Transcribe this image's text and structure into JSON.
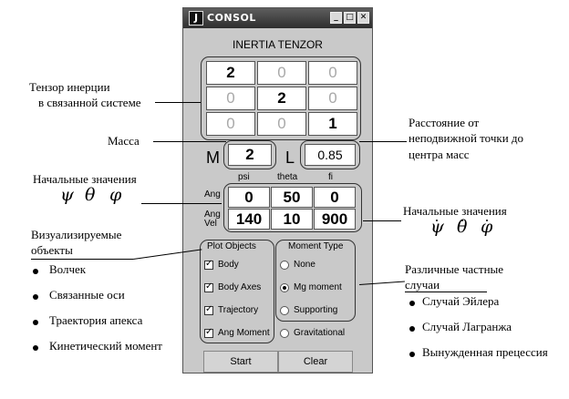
{
  "window": {
    "title": "CONSOL",
    "header": "INERTIA TENZOR",
    "tensor": [
      [
        "2",
        "0",
        "0"
      ],
      [
        "0",
        "2",
        "0"
      ],
      [
        "0",
        "0",
        "1"
      ]
    ],
    "mass_label": "M",
    "mass_value": "2",
    "length_label": "L",
    "length_value": "0.85",
    "angle_headers": [
      "psi",
      "theta",
      "fi"
    ],
    "ang_label": "Ang",
    "angvel_label_1": "Ang",
    "angvel_label_2": "Vel",
    "ang_values": [
      "0",
      "50",
      "0"
    ],
    "angvel_values": [
      "140",
      "10",
      "900"
    ],
    "plot_objects": {
      "title": "Plot Objects",
      "items": [
        {
          "label": "Body",
          "checked": true
        },
        {
          "label": "Body Axes",
          "checked": true
        },
        {
          "label": "Trajectory",
          "checked": true
        },
        {
          "label": "Ang Moment",
          "checked": true
        }
      ]
    },
    "moment_type": {
      "title": "Moment Type",
      "items": [
        {
          "label": "None",
          "selected": false
        },
        {
          "label": "Mg moment",
          "selected": true
        },
        {
          "label": "Supporting",
          "selected": false
        },
        {
          "label": "Gravitational",
          "selected": false
        }
      ]
    },
    "start_label": "Start",
    "clear_label": "Clear"
  },
  "annotations": {
    "tensor_1": "Тензор инерции",
    "tensor_2": "в связанной системе",
    "mass": "Масса",
    "distance_1": "Расстояние от",
    "distance_2": "неподвижной точки до",
    "distance_3": "центра масс",
    "initial_left": "Начальные значения",
    "initial_right": "Начальные значения",
    "greek_psi": "ψ",
    "greek_theta": "θ",
    "greek_phi": "φ",
    "visual_1": "Визуализируемые",
    "visual_2": "объекты",
    "visual_items": [
      "Волчек",
      "Связанные оси",
      "Траектория апекса",
      "Кинетический момент"
    ],
    "cases_1": "Различные частные",
    "cases_2": "случаи",
    "cases_items": [
      "Случай Эйлера",
      "Случай Лагранжа",
      "Вынужденная прецессия"
    ]
  }
}
